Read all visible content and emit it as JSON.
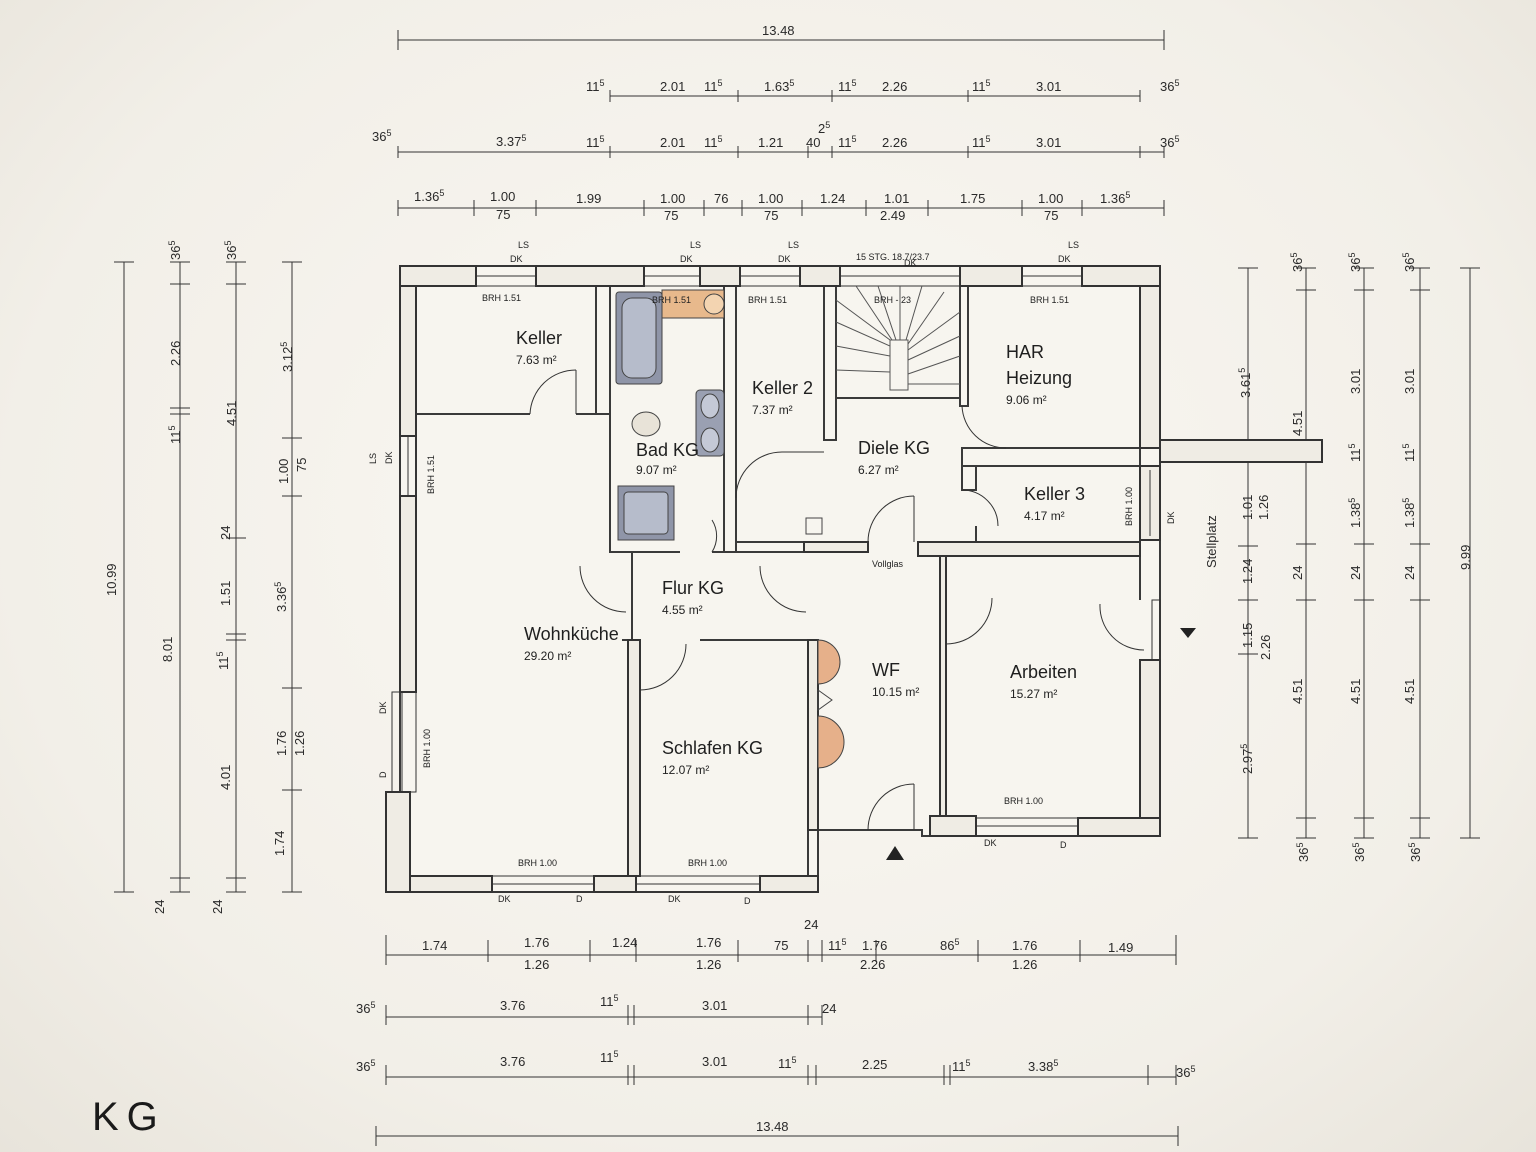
{
  "title": "KG",
  "rooms": [
    {
      "name": "Keller",
      "area": "7.63 m²"
    },
    {
      "name": "Bad KG",
      "area": "9.07 m²"
    },
    {
      "name": "Keller 2",
      "area": "7.37 m²"
    },
    {
      "name": "Diele KG",
      "area": "6.27 m²"
    },
    {
      "name": "HAR Heizung",
      "line1": "HAR",
      "line2": "Heizung",
      "area": "9.06 m²"
    },
    {
      "name": "Keller 3",
      "area": "4.17 m²"
    },
    {
      "name": "Flur KG",
      "area": "4.55 m²"
    },
    {
      "name": "Wohnküche",
      "area": "29.20 m²"
    },
    {
      "name": "Schlafen KG",
      "area": "12.07 m²"
    },
    {
      "name": "WF",
      "area": "10.15 m²"
    },
    {
      "name": "Arbeiten",
      "area": "15.27 m²"
    }
  ],
  "labels": {
    "stair": "15 STG. 18.7/23.7",
    "vollglas": "Vollglas",
    "stellplatz": "Stellplatz",
    "ls": "LS",
    "dk": "DK",
    "d": "D",
    "brh151": "BRH 1.51",
    "brh100": "BRH 1.00",
    "brh23": "BRH - 23"
  },
  "dims": {
    "top_total": "13.48",
    "bottom_total": "13.48",
    "left_total": "10.99",
    "right_total": "9.99"
  }
}
